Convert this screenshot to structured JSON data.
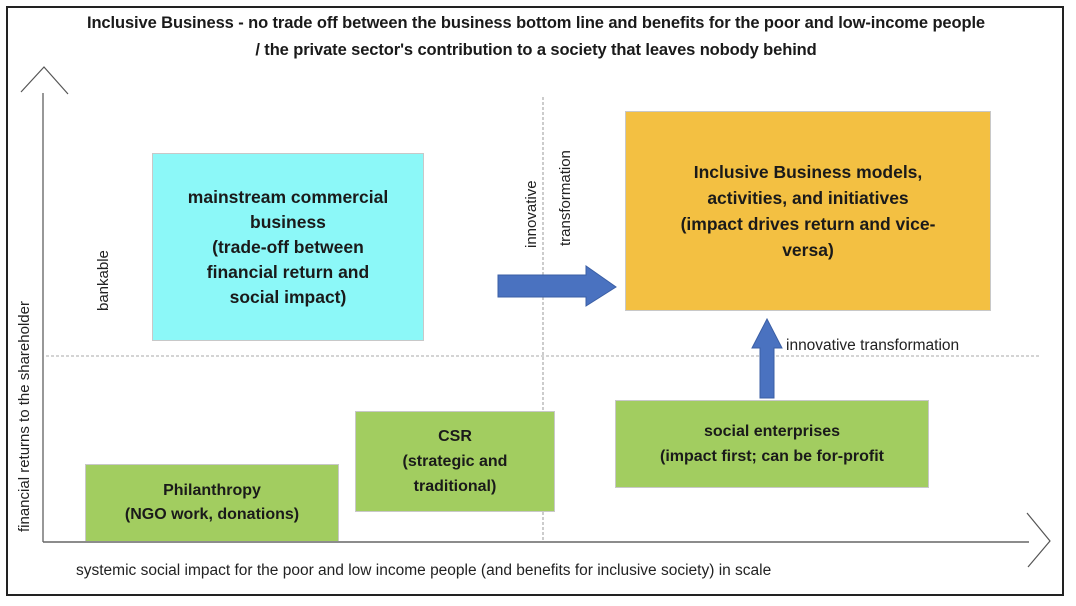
{
  "title": {
    "line1": "Inclusive Business - no trade off between the business bottom line and benefits for the poor and low-income people",
    "line2": "/ the private sector's contribution to a society that leaves nobody behind"
  },
  "axes": {
    "y_label": "financial returns  to the shareholder",
    "x_label": "systemic social impact for the poor and low income people (and benefits for inclusive society) in scale",
    "y_zone_label": "bankable"
  },
  "dividers": {
    "vertical_label_line1": "innovative",
    "vertical_label_line2": "transformation",
    "horizontal_label": "innovative transformation"
  },
  "boxes": {
    "mainstream": {
      "text": "mainstream commercial\nbusiness\n(trade-off between\nfinancial return and\nsocial impact)",
      "color": "#8cf8f8"
    },
    "inclusive": {
      "text": "Inclusive Business models,\nactivities, and initiatives\n(impact drives return and vice-\nversa)",
      "color": "#f3c042"
    },
    "philanthropy": {
      "text": "Philanthropy\n(NGO work, donations)",
      "color": "#a2cd60"
    },
    "csr": {
      "text": "CSR\n(strategic and\ntraditional)",
      "color": "#a2cd60"
    },
    "social_enterprises": {
      "text": "social enterprises\n(impact first; can be for-profit",
      "color": "#a2cd60"
    }
  },
  "arrows": {
    "color": "#4a72c0"
  }
}
